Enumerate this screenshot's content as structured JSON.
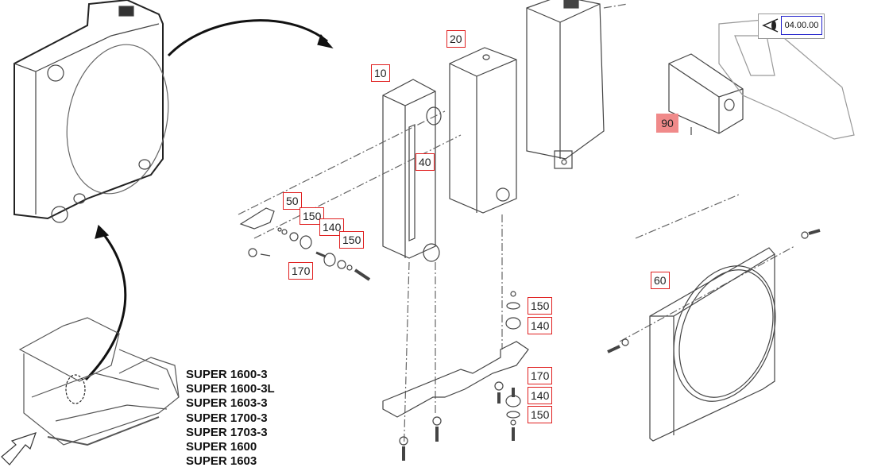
{
  "nav": {
    "section_code": "04.00.00",
    "view_icon": "eye-icon"
  },
  "callouts": [
    {
      "label": "10"
    },
    {
      "label": "20"
    },
    {
      "label": "40"
    },
    {
      "label": "50"
    },
    {
      "label": "150"
    },
    {
      "label": "140"
    },
    {
      "label": "150"
    },
    {
      "label": "170"
    },
    {
      "label": "150"
    },
    {
      "label": "140"
    },
    {
      "label": "170"
    },
    {
      "label": "140"
    },
    {
      "label": "150"
    },
    {
      "label": "60"
    },
    {
      "label": "90"
    }
  ],
  "highlight_color": "#f08a8a",
  "callout_border_color": "#e02020",
  "models": [
    "SUPER 1600-3",
    "SUPER 1600-3L",
    "SUPER 1603-3",
    "SUPER 1700-3",
    "SUPER 1703-3",
    "SUPER 1600",
    "SUPER 1603"
  ]
}
